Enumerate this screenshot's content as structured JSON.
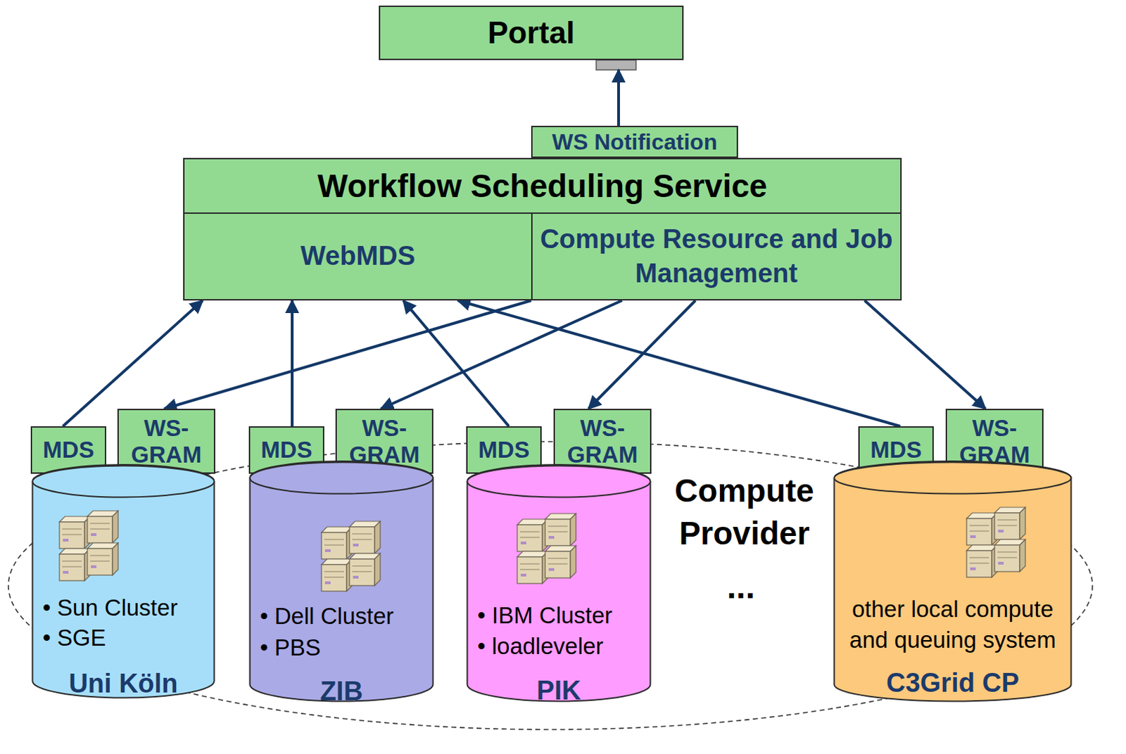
{
  "diagram": {
    "nodes": [
      {
        "text": [
          "Portal"
        ]
      },
      {
        "text": [
          "WS Notification"
        ]
      },
      {
        "text": [
          "Workflow Scheduling Service"
        ]
      },
      {
        "text": [
          "WebMDS"
        ],
        "in": 2
      },
      {
        "text": [
          "Compute Resource and Job Management"
        ],
        "in": 2
      },
      {
        "text": [
          "Compute Provider"
        ]
      },
      {
        "text": [
          "MDS"
        ],
        "in": 5
      },
      {
        "text": [
          "WS- GRAM"
        ],
        "in": 5
      },
      {
        "text": [
          "• Sun Cluster",
          "• SGE",
          "Uni Köln"
        ],
        "in": 5
      },
      {
        "text": [
          "MDS"
        ],
        "in": 5
      },
      {
        "text": [
          "WS- GRAM"
        ],
        "in": 5
      },
      {
        "text": [
          "• Dell Cluster",
          "• PBS",
          "ZIB"
        ],
        "in": 5
      },
      {
        "text": [
          "MDS"
        ],
        "in": 5
      },
      {
        "text": [
          "WS- GRAM"
        ],
        "in": 5
      },
      {
        "text": [
          "• IBM Cluster",
          "• loadleveler",
          "PIK"
        ],
        "in": 5
      },
      {
        "text": [
          "MDS"
        ],
        "in": 5
      },
      {
        "text": [
          "WS- GRAM"
        ],
        "in": 5
      },
      {
        "text": [
          "other local compute and queuing system",
          "C3Grid CP"
        ],
        "in": 5
      }
    ],
    "edges": [
      {
        "from": 1,
        "to": 0,
        "arrow": "to"
      },
      {
        "from": 6,
        "to": 3,
        "arrow": "to"
      },
      {
        "from": 9,
        "to": 3,
        "arrow": "to"
      },
      {
        "from": 12,
        "to": 3,
        "arrow": "to"
      },
      {
        "from": 15,
        "to": 3,
        "arrow": "to"
      },
      {
        "from": 4,
        "to": 7,
        "arrow": "to"
      },
      {
        "from": 4,
        "to": 10,
        "arrow": "to"
      },
      {
        "from": 4,
        "to": 13,
        "arrow": "to"
      },
      {
        "from": 4,
        "to": 16,
        "arrow": "to"
      }
    ],
    "labels": [
      "..."
    ]
  }
}
